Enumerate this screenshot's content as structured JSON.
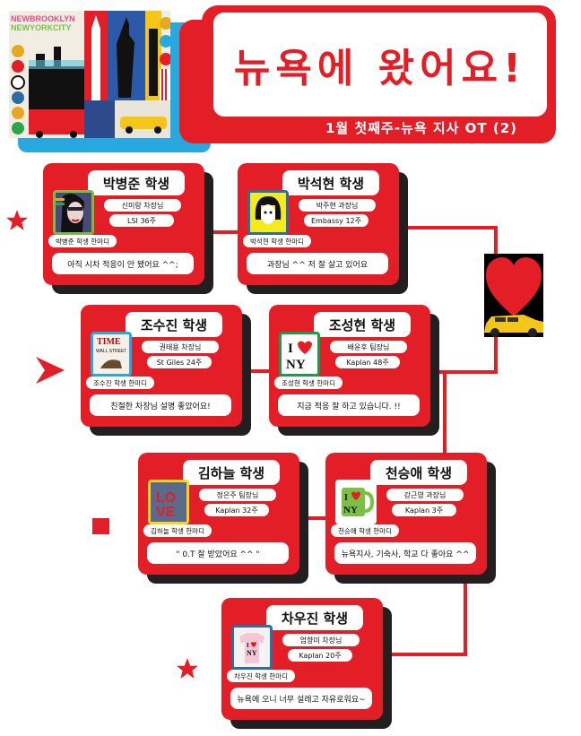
{
  "header": {
    "title": "뉴욕에 왔어요!",
    "subtitle": "1월 첫째주-뉴욕 지사 OT (2)",
    "collage_image": "new-york-city-collage",
    "collage_letters": [
      "N",
      "Y",
      "C"
    ]
  },
  "colors": {
    "primary_red": "#e41e26",
    "shadow_black": "#231f20",
    "accent_blue": "#29a8e0",
    "white": "#ffffff"
  },
  "students": [
    {
      "name": "박병준 학생",
      "manager": "신미랑 차장님",
      "school": "LSI 36주",
      "saying_label": "박병준 학생 한마디",
      "saying": "아직 시차 적응이 안 됐어요 ^^;",
      "photo": "woman-portrait-painting",
      "photo_border": "#7dbb42"
    },
    {
      "name": "박석현 학생",
      "manager": "박주현 과장님",
      "school": "Embassy 12주",
      "saying_label": "박석현 학생 한마디",
      "saying": "과장님 ^^ 저 잘 살고 있어요",
      "photo": "cartoon-girl-illustration",
      "photo_border": "#2e6da4"
    },
    {
      "name": "조수진 학생",
      "manager": "권태용 차장님",
      "school": "St Giles 24주",
      "saying_label": "조수진 학생 한마디",
      "saying": "친절한 차장님 설명 좋았어요!",
      "photo": "time-magazine-cover",
      "photo_border": "#29a8e0"
    },
    {
      "name": "조성현 학생",
      "manager": "배윤후 팀장님",
      "school": "Kaplan 48주",
      "saying_label": "조성현 학생 한마디",
      "saying": "지금 적응 잘 하고 있습니다. !!",
      "photo": "i-love-ny-logo",
      "photo_border": "#1f9a4a"
    },
    {
      "name": "김하늘 학생",
      "manager": "정은주 팀장님",
      "school": "Kaplan 32주",
      "saying_label": "김하늘 학생 한마디",
      "saying": "\" 0.T 잘 받았어요 ^^   \"",
      "photo": "love-sculpture",
      "photo_border": "#f5d81e"
    },
    {
      "name": "천승애 학생",
      "manager": "강근영 과장님",
      "school": "Kaplan 3주",
      "saying_label": "천승애 학생 한마디",
      "saying": "뉴욕지사, 기숙사, 학교 다 좋아요 ^^",
      "photo": "i-love-ny-mug",
      "photo_border": "#ffffff"
    },
    {
      "name": "차우진 학생",
      "manager": "엄향미 차장님",
      "school": "Kaplan 20주",
      "saying_label": "차우진 학생 한마디",
      "saying": "뉴욕에 오니 너무 설레고 자유로워요~",
      "photo": "i-love-ny-tshirt",
      "photo_border": "#2e6da4"
    }
  ],
  "decorations": {
    "heart_taxi_image": "red-heart-yellow-taxi",
    "shapes": [
      "star",
      "arrow-chevron",
      "square",
      "star"
    ]
  }
}
